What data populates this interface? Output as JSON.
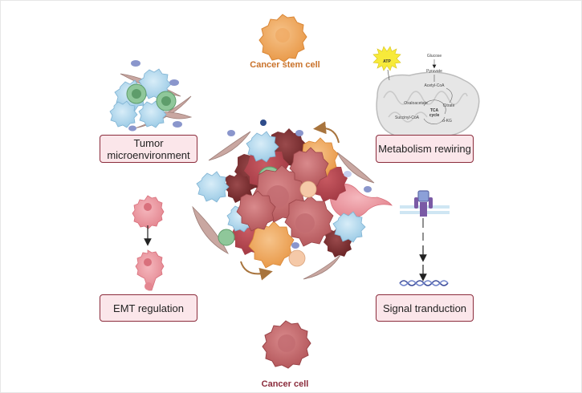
{
  "captions": {
    "cancer_stem_cell": "Cancer stem cell",
    "cancer_cell": "Cancer cell"
  },
  "labels": {
    "tumor_microenvironment": "Tumor microenvironment",
    "metabolism_rewiring": "Metabolism rewiring",
    "emt_regulation": "EMT regulation",
    "signal_transduction": "Signal tranduction"
  },
  "metabolism": {
    "atp": "ATP",
    "glucose": "Glucose",
    "pyruvate": "Pyruvate",
    "acetyl_coa": "Acetyl-CoA",
    "oxaloacetate": "Oxaloacetate",
    "citrate": "Citrate",
    "tca_cycle_line1": "TCA",
    "tca_cycle_line2": "cycle",
    "succinyl_coa": "Succinyl-CoA",
    "akg": "α-KG"
  },
  "colors": {
    "box_border": "#8b2c3c",
    "box_fill": "#fbe6ea",
    "stem_caption": "#c9722a",
    "cancer_caption": "#8b2c3c"
  }
}
